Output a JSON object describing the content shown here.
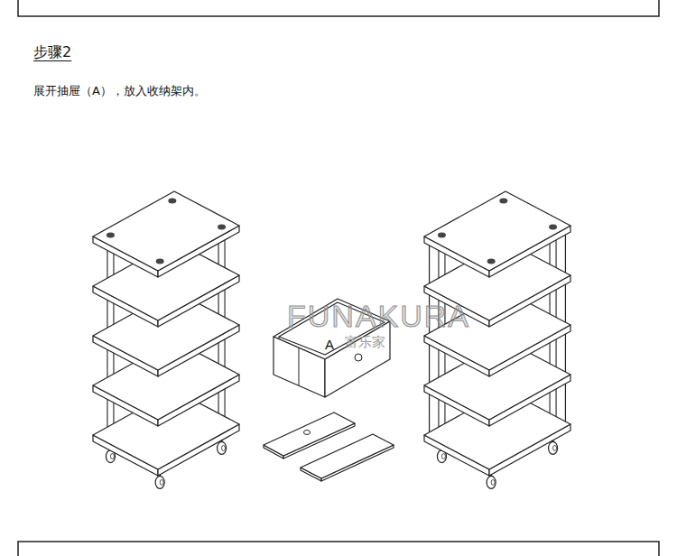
{
  "diagram": {
    "title": "步骤2",
    "caption": "展开抽屉（A），放入收纳架内。",
    "labels": [
      "A",
      "FUNAKURA",
      "富乐家"
    ]
  }
}
